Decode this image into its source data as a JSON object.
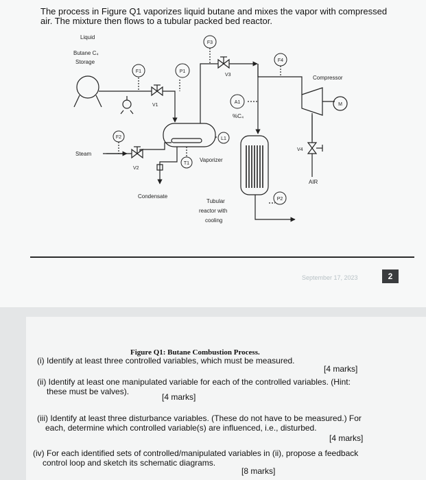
{
  "intro": {
    "line1": "The process in Figure Q1 vaporizes liquid butane and mixes the vapor with compressed",
    "line2": "air. The mixture then flows to a tubular packed bed reactor."
  },
  "diagram": {
    "storage_label_1": "Liquid",
    "storage_label_2": "Butane C₄",
    "storage_label_3": "Storage",
    "steam": "Steam",
    "condensate": "Condensate",
    "vaporizer": "Vaporizer",
    "reactor_1": "Tubular",
    "reactor_2": "reactor with",
    "reactor_3": "cooling",
    "compressor": "Compressor",
    "air": "AIR",
    "analyzer_units": "%C₄",
    "instruments": {
      "f1": "F1",
      "f2": "F2",
      "f3": "F3",
      "f4": "F4",
      "p1": "P1",
      "p2": "P2",
      "t1": "T1",
      "l1": "L1",
      "a1": "A1",
      "m": "M"
    },
    "valves": {
      "v1": "V1",
      "v2": "V2",
      "v3": "V3",
      "v4": "V4"
    }
  },
  "footer": {
    "date": "September 17, 2023",
    "page": "2"
  },
  "caption": "Figure Q1: Butane Combustion Process.",
  "questions": [
    {
      "lines": [
        "(i)  Identify at least three controlled variables, which must be measured."
      ],
      "marks": "[4 marks]"
    },
    {
      "lines": [
        "(ii) Identify at least one manipulated variable for each of the controlled variables. (Hint:",
        "these must be valves)."
      ],
      "marks": "[4 marks]"
    },
    {
      "lines": [
        "(iii) Identify at least three disturbance variables. (These do not have to be measured.) For",
        "each, determine which controlled variable(s) are influenced, i.e., disturbed."
      ],
      "marks": "[4 marks]"
    },
    {
      "lines": [
        "(iv) For each identified sets of controlled/manipulated variables in (ii), propose a feedback",
        "control loop and sketch its schematic diagrams."
      ],
      "marks": "[8 marks]"
    }
  ]
}
